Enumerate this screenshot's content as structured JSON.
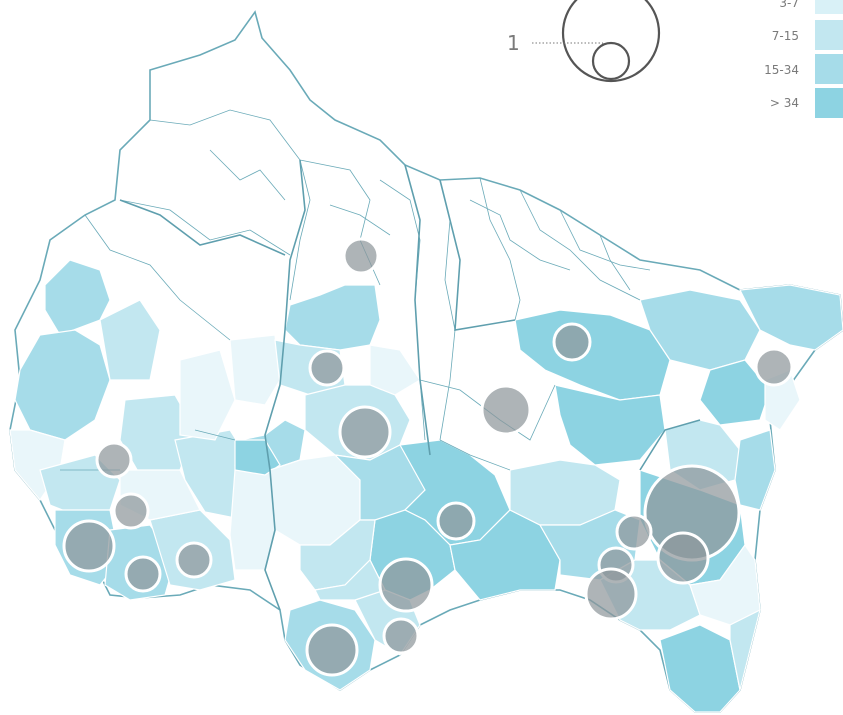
{
  "legend": {
    "size_label": "1",
    "classes": [
      {
        "label": "3-7",
        "color": "#d9f1f7"
      },
      {
        "label": "7-15",
        "color": "#c2e7f0"
      },
      {
        "label": "15-34",
        "color": "#a6dce9"
      },
      {
        "label": "> 34",
        "color": "#8dd3e2"
      }
    ]
  },
  "colors": {
    "border": "#6aaab8",
    "region_border": "#5f9fae",
    "circle_fill": "#8f979b",
    "circle_stroke": "#ffffff",
    "white_zone": "#ffffff",
    "light": "#e9f6fa"
  }
}
